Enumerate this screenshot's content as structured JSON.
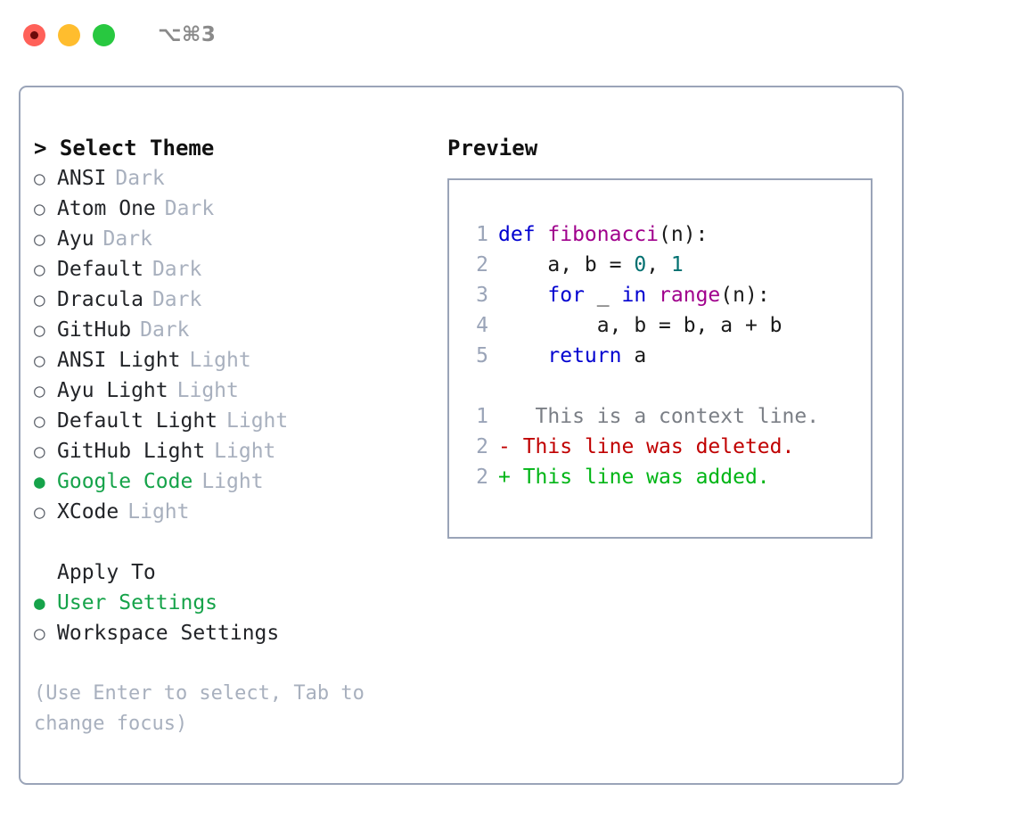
{
  "titlebar": {
    "shortcut": "⌥⌘3",
    "lights": [
      {
        "name": "close",
        "color": "#ff6159"
      },
      {
        "name": "minimize",
        "color": "#ffbd2e"
      },
      {
        "name": "maximize",
        "color": "#28c840"
      }
    ]
  },
  "theme_list": {
    "title": "> Select Theme",
    "bullet_selected": "●",
    "bullet_unselected": "○",
    "items": [
      {
        "bullet": "○",
        "name": "ANSI",
        "tag": "Dark",
        "selected": false
      },
      {
        "bullet": "○",
        "name": "Atom One",
        "tag": "Dark",
        "selected": false
      },
      {
        "bullet": "○",
        "name": "Ayu",
        "tag": "Dark",
        "selected": false
      },
      {
        "bullet": "○",
        "name": "Default",
        "tag": "Dark",
        "selected": false
      },
      {
        "bullet": "○",
        "name": "Dracula",
        "tag": "Dark",
        "selected": false
      },
      {
        "bullet": "○",
        "name": "GitHub",
        "tag": "Dark",
        "selected": false
      },
      {
        "bullet": "○",
        "name": "ANSI Light",
        "tag": "Light",
        "selected": false
      },
      {
        "bullet": "○",
        "name": "Ayu Light",
        "tag": "Light",
        "selected": false
      },
      {
        "bullet": "○",
        "name": "Default Light",
        "tag": "Light",
        "selected": false
      },
      {
        "bullet": "○",
        "name": "GitHub Light",
        "tag": "Light",
        "selected": false
      },
      {
        "bullet": "●",
        "name": "Google Code",
        "tag": "Light",
        "selected": true
      },
      {
        "bullet": "○",
        "name": "XCode",
        "tag": "Light",
        "selected": false
      }
    ]
  },
  "apply_to": {
    "label": "Apply To",
    "items": [
      {
        "bullet": "●",
        "name": "User Settings",
        "selected": true
      },
      {
        "bullet": "○",
        "name": "Workspace Settings",
        "selected": false
      }
    ]
  },
  "hint": "(Use Enter to select, Tab to change focus)",
  "preview": {
    "title": "Preview",
    "code_lines": [
      {
        "num": "1",
        "tokens": [
          {
            "t": "def ",
            "c": "kw"
          },
          {
            "t": "fibonacci",
            "c": "fn"
          },
          {
            "t": "(n):",
            "c": "plain"
          }
        ]
      },
      {
        "num": "2",
        "tokens": [
          {
            "t": "    a, b = ",
            "c": "plain"
          },
          {
            "t": "0",
            "c": "num"
          },
          {
            "t": ", ",
            "c": "plain"
          },
          {
            "t": "1",
            "c": "num"
          }
        ]
      },
      {
        "num": "3",
        "tokens": [
          {
            "t": "    ",
            "c": "plain"
          },
          {
            "t": "for",
            "c": "kw"
          },
          {
            "t": " _ ",
            "c": "plain"
          },
          {
            "t": "in",
            "c": "kw"
          },
          {
            "t": " ",
            "c": "plain"
          },
          {
            "t": "range",
            "c": "fn"
          },
          {
            "t": "(n):",
            "c": "plain"
          }
        ]
      },
      {
        "num": "4",
        "tokens": [
          {
            "t": "        a, b = b, a + b",
            "c": "plain"
          }
        ]
      },
      {
        "num": "5",
        "tokens": [
          {
            "t": "    ",
            "c": "plain"
          },
          {
            "t": "return",
            "c": "kw"
          },
          {
            "t": " a",
            "c": "plain"
          }
        ]
      }
    ],
    "diff_lines": [
      {
        "num": "1",
        "marker": " ",
        "text": "  This is a context line.",
        "kind": "ctx"
      },
      {
        "num": "2",
        "marker": "-",
        "text": " This line was deleted.",
        "kind": "del"
      },
      {
        "num": "2",
        "marker": "+",
        "text": " This line was added.",
        "kind": "add"
      }
    ]
  },
  "colors": {
    "accent_green": "#16a34a",
    "border": "#9aa4b8",
    "muted": "#a8b0be",
    "keyword": "#0000d0",
    "function": "#a0008c",
    "number": "#007070",
    "diff_deleted": "#c00000",
    "diff_added": "#00b515",
    "diff_context": "#7b7f86"
  }
}
